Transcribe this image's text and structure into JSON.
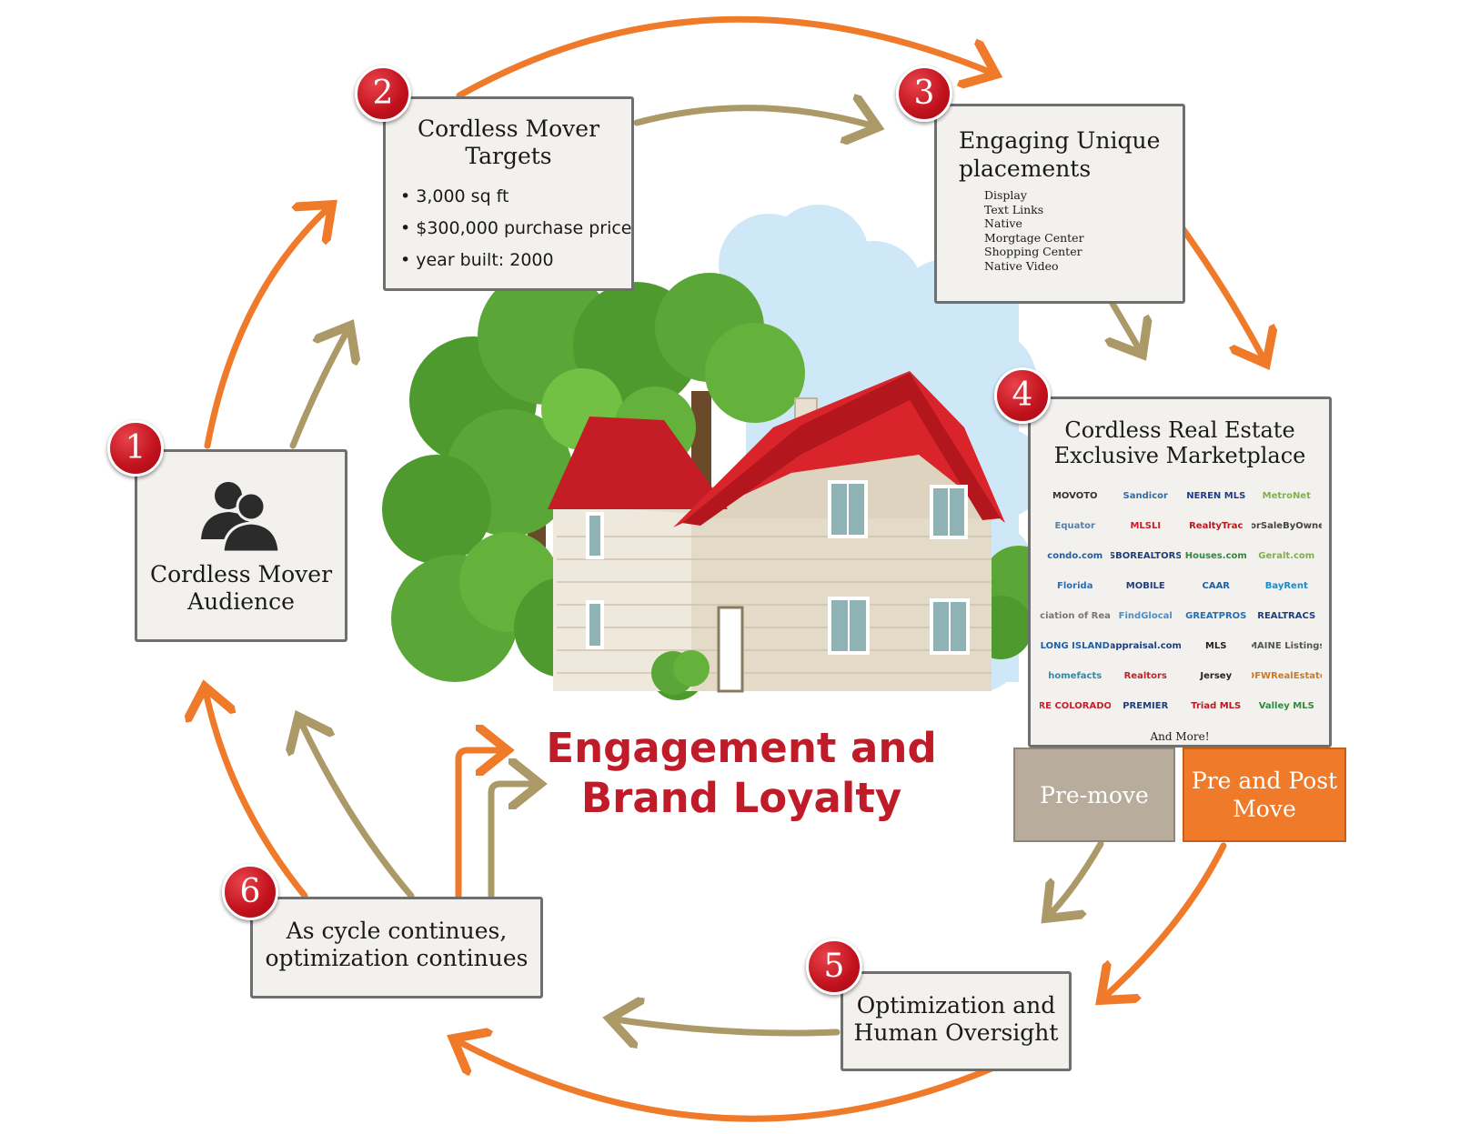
{
  "steps": [
    {
      "number": "1",
      "title": "Cordless Mover\nAudience"
    },
    {
      "number": "2",
      "title": "Cordless Mover\nTargets",
      "bullets": [
        "• 3,000 sq ft",
        "• $300,000 purchase price",
        "• year built: 2000"
      ]
    },
    {
      "number": "3",
      "title": "Engaging Unique\nplacements",
      "items": [
        "Display",
        "Text Links",
        "Native",
        "Morgtage Center",
        "Shopping Center",
        "Native Video"
      ]
    },
    {
      "number": "4",
      "title": "Cordless Real Estate\nExclusive Marketplace",
      "more": "And More!"
    },
    {
      "number": "5",
      "title": "Optimization and\nHuman Oversight"
    },
    {
      "number": "6",
      "title": "As cycle continues,\noptimization continues"
    }
  ],
  "logos": [
    {
      "text": "MOVOTO",
      "color": "#333333"
    },
    {
      "text": "Sandicor",
      "color": "#2a6db0"
    },
    {
      "text": "NEREN MLS",
      "color": "#1b3e8c"
    },
    {
      "text": "MetroNet",
      "color": "#7ab648"
    },
    {
      "text": "Equator",
      "color": "#5a7fa6"
    },
    {
      "text": "MLSLI",
      "color": "#c8202a"
    },
    {
      "text": "RealtyTrac",
      "color": "#b01c22"
    },
    {
      "text": "ForSaleByOwner",
      "color": "#444444"
    },
    {
      "text": "condo.com",
      "color": "#1f5fa8"
    },
    {
      "text": "SBOREALTORS",
      "color": "#1f3e7a"
    },
    {
      "text": "Houses.com",
      "color": "#2f8a3e"
    },
    {
      "text": "Geralt.com",
      "color": "#7fb043"
    },
    {
      "text": "Florida",
      "color": "#2a6db0"
    },
    {
      "text": "MOBILE",
      "color": "#1f3e7a"
    },
    {
      "text": "CAAR",
      "color": "#1f5fa8"
    },
    {
      "text": "BayRent",
      "color": "#1e88c8"
    },
    {
      "text": "Association of Realtors",
      "color": "#777777"
    },
    {
      "text": "FindGlocal",
      "color": "#4a90c8"
    },
    {
      "text": "GREATPROS",
      "color": "#2a6db0"
    },
    {
      "text": "REALTRACS",
      "color": "#1f3e7a"
    },
    {
      "text": "LONG ISLAND",
      "color": "#1f5fa8"
    },
    {
      "text": "appraisal.com",
      "color": "#1f3e7a"
    },
    {
      "text": "MLS",
      "color": "#222222"
    },
    {
      "text": "MAINE Listings",
      "color": "#555555"
    },
    {
      "text": "homefacts",
      "color": "#2a8ab0"
    },
    {
      "text": "Realtors",
      "color": "#c8202a"
    },
    {
      "text": "Jersey",
      "color": "#222222"
    },
    {
      "text": "DFWRealEstate",
      "color": "#c87a2a"
    },
    {
      "text": "RE COLORADO",
      "color": "#c8202a"
    },
    {
      "text": "PREMIER",
      "color": "#1f3e7a"
    },
    {
      "text": "Triad MLS",
      "color": "#b01c22"
    },
    {
      "text": "Valley MLS",
      "color": "#2f8a3e"
    }
  ],
  "pre_move": "Pre-move",
  "pre_post_move": "Pre and Post\nMove",
  "headline": "Engagement and\nBrand Loyalty",
  "colors": {
    "orange_arrow": "#ef7a2a",
    "tan_arrow": "#ab9968",
    "badge_red": "#c0111c",
    "headline_red": "#c01b28",
    "box_fill": "#f3f1ee",
    "box_border": "#6f6f6f",
    "roof_red": "#d9242c",
    "wall_beige": "#e8dfce",
    "tree_green": "#5aa636",
    "sky_blue": "#cfe8f8"
  },
  "icons": [
    "people-icon",
    "house-illustration",
    "tree-illustration",
    "cloud-illustration"
  ]
}
